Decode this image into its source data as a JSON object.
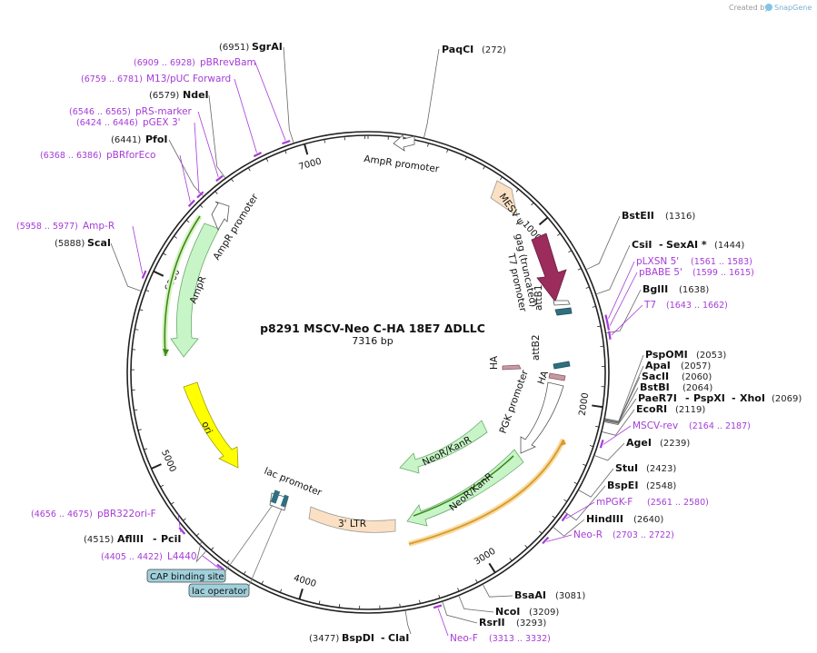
{
  "brand": {
    "created_by": "Created by",
    "name": "SnapGene"
  },
  "map": {
    "title": "p8291 MSCV-Neo C-HA 18E7 ΔDLLC",
    "length": "7316 bp",
    "total_bp": 7316,
    "tick_labels": [
      "1000",
      "2000",
      "3000",
      "4000",
      "5000",
      "6000",
      "7000"
    ]
  },
  "sites": [
    {
      "name": "PaqCI",
      "pos": "(272)",
      "bp": 272
    },
    {
      "name": "BstEII",
      "pos": "(1316)",
      "bp": 1316
    },
    {
      "name": "CsiI",
      "name2": "SexAI *",
      "pos": "(1444)",
      "bp": 1444
    },
    {
      "name": "BglII",
      "pos": "(1638)",
      "bp": 1638
    },
    {
      "name": "PspOMI",
      "pos": "(2053)",
      "bp": 2053
    },
    {
      "name": "ApaI",
      "pos": "(2057)",
      "bp": 2057
    },
    {
      "name": "SacII",
      "pos": "(2060)",
      "bp": 2060
    },
    {
      "name": "BstBI",
      "pos": "(2064)",
      "bp": 2064
    },
    {
      "name": "PaeR7I",
      "name2": "PspXI",
      "name3": "XhoI",
      "pos": "(2069)",
      "bp": 2069
    },
    {
      "name": "EcoRI",
      "pos": "(2119)",
      "bp": 2119
    },
    {
      "name": "AgeI",
      "pos": "(2239)",
      "bp": 2239
    },
    {
      "name": "StuI",
      "pos": "(2423)",
      "bp": 2423
    },
    {
      "name": "BspEI",
      "pos": "(2548)",
      "bp": 2548
    },
    {
      "name": "HindIII",
      "pos": "(2640)",
      "bp": 2640
    },
    {
      "name": "BsaAI",
      "pos": "(3081)",
      "bp": 3081
    },
    {
      "name": "NcoI",
      "pos": "(3209)",
      "bp": 3209
    },
    {
      "name": "RsrII",
      "pos": "(3293)",
      "bp": 3293
    },
    {
      "name": "BspDI",
      "name2": "ClaI",
      "pos": "(3477)",
      "bp": 3477
    },
    {
      "name": "AflIII",
      "name2": "PciI",
      "pos": "(4515)",
      "bp": 4515
    },
    {
      "name": "ScaI",
      "pos": "(5888)",
      "bp": 5888
    },
    {
      "name": "PfoI",
      "pos": "(6441)",
      "bp": 6441
    },
    {
      "name": "NdeI",
      "pos": "(6579)",
      "bp": 6579
    },
    {
      "name": "SgrAI",
      "pos": "(6951)",
      "bp": 6951
    }
  ],
  "primers": [
    {
      "name": "pLXSN 5'",
      "range": "(1561 .. 1583)",
      "bp": 1572
    },
    {
      "name": "pBABE 5'",
      "range": "(1599 .. 1615)",
      "bp": 1607
    },
    {
      "name": "T7",
      "range": "(1643 .. 1662)",
      "bp": 1652
    },
    {
      "name": "MSCV-rev",
      "range": "(2164 .. 2187)",
      "bp": 2175
    },
    {
      "name": "mPGK-F",
      "range": "(2561 .. 2580)",
      "bp": 2570
    },
    {
      "name": "Neo-R",
      "range": "(2703 .. 2722)",
      "bp": 2712
    },
    {
      "name": "Neo-F",
      "range": "(3313 .. 3332)",
      "bp": 3322
    },
    {
      "name": "L4440",
      "range": "(4405 .. 4422)",
      "bp": 4413
    },
    {
      "name": "pBR322ori-F",
      "range": "(4656 .. 4675)",
      "bp": 4665
    },
    {
      "name": "Amp-R",
      "range": "(5958 .. 5977)",
      "bp": 5967
    },
    {
      "name": "pBRforEco",
      "range": "(6368 .. 6386)",
      "bp": 6377
    },
    {
      "name": "pGEX 3'",
      "range": "(6424 .. 6446)",
      "bp": 6435
    },
    {
      "name": "pRS-marker",
      "range": "(6546 .. 6565)",
      "bp": 6555
    },
    {
      "name": "M13/pUC Forward",
      "range": "(6759 .. 6781)",
      "bp": 6770
    },
    {
      "name": "pBRrevBam",
      "range": "(6909 .. 6928)",
      "bp": 6918
    }
  ],
  "features": [
    {
      "name": "MESV ψ",
      "color": "#fbe0c3"
    },
    {
      "name": "gag (truncated)",
      "color": "#9b2c5c"
    },
    {
      "name": "T7 promoter",
      "color": "#ffffff"
    },
    {
      "name": "attB1",
      "color": "#2e7080"
    },
    {
      "name": "attB2",
      "color": "#2e7080"
    },
    {
      "name": "HA",
      "color": "#c79aa3"
    },
    {
      "name": "HA",
      "color": "#c79aa3"
    },
    {
      "name": "PGK promoter",
      "color": "#ffffff"
    },
    {
      "name": "NeoR/KanR",
      "color": "#c8f5c8"
    },
    {
      "name": "NeoR/KanR",
      "color": "#c8f5c8"
    },
    {
      "name": "3' LTR",
      "color": "#fbe0c3"
    },
    {
      "name": "lac promoter",
      "color": "#ffffff"
    },
    {
      "name": "ori",
      "color": "#ffff00"
    },
    {
      "name": "AmpR",
      "color": "#c8f5c8"
    },
    {
      "name": "AmpR promoter",
      "color": "#ffffff"
    },
    {
      "name": "AmpR promoter",
      "color": "#ffffff"
    }
  ],
  "tags": {
    "cap": "CAP binding site",
    "lac_operator": "lac operator"
  },
  "colors": {
    "primer": "#a53bd8",
    "backbone": "#222222",
    "tag_fill": "#9fd0dc",
    "orange_orf": "#d9982b",
    "green_orf": "#3a8a1a"
  }
}
